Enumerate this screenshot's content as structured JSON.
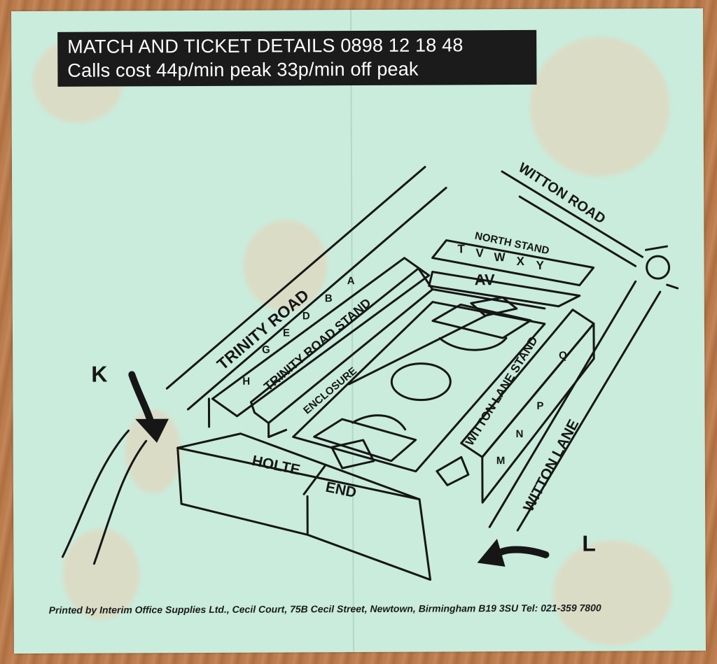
{
  "header": {
    "line1": "MATCH AND TICKET DETAILS 0898 12 18 48",
    "line2": "Calls cost 44p/min peak 33p/min off peak"
  },
  "map": {
    "roads": {
      "trinity": "TRINITY ROAD",
      "witton_road": "WITTON ROAD",
      "witton_lane": "WITTON LANE"
    },
    "stands": {
      "north": "NORTH STAND",
      "trinity": "TRINITY ROAD STAND",
      "enclosure": "ENCLOSURE",
      "witton_lane": "WITTON LANE STAND",
      "holte": "HOLTE",
      "holte_end": "END"
    },
    "blocks": {
      "north": [
        "T",
        "V",
        "W",
        "X",
        "Y"
      ],
      "north_lower": "AV",
      "trinity": [
        "H",
        "G",
        "E",
        "D",
        "B",
        "A"
      ],
      "witton_lane": [
        "M",
        "N",
        "P",
        "Q"
      ]
    },
    "entrances": {
      "k": "K",
      "l": "L"
    }
  },
  "footer": "Printed by Interim Office Supplies Ltd., Cecil Court, 75B Cecil Street, Newtown, Birmingham B19 3SU Tel: 021-359 7800",
  "colors": {
    "ticket": "#c9ecdc",
    "ink": "#161616",
    "table": "#b8794a"
  }
}
